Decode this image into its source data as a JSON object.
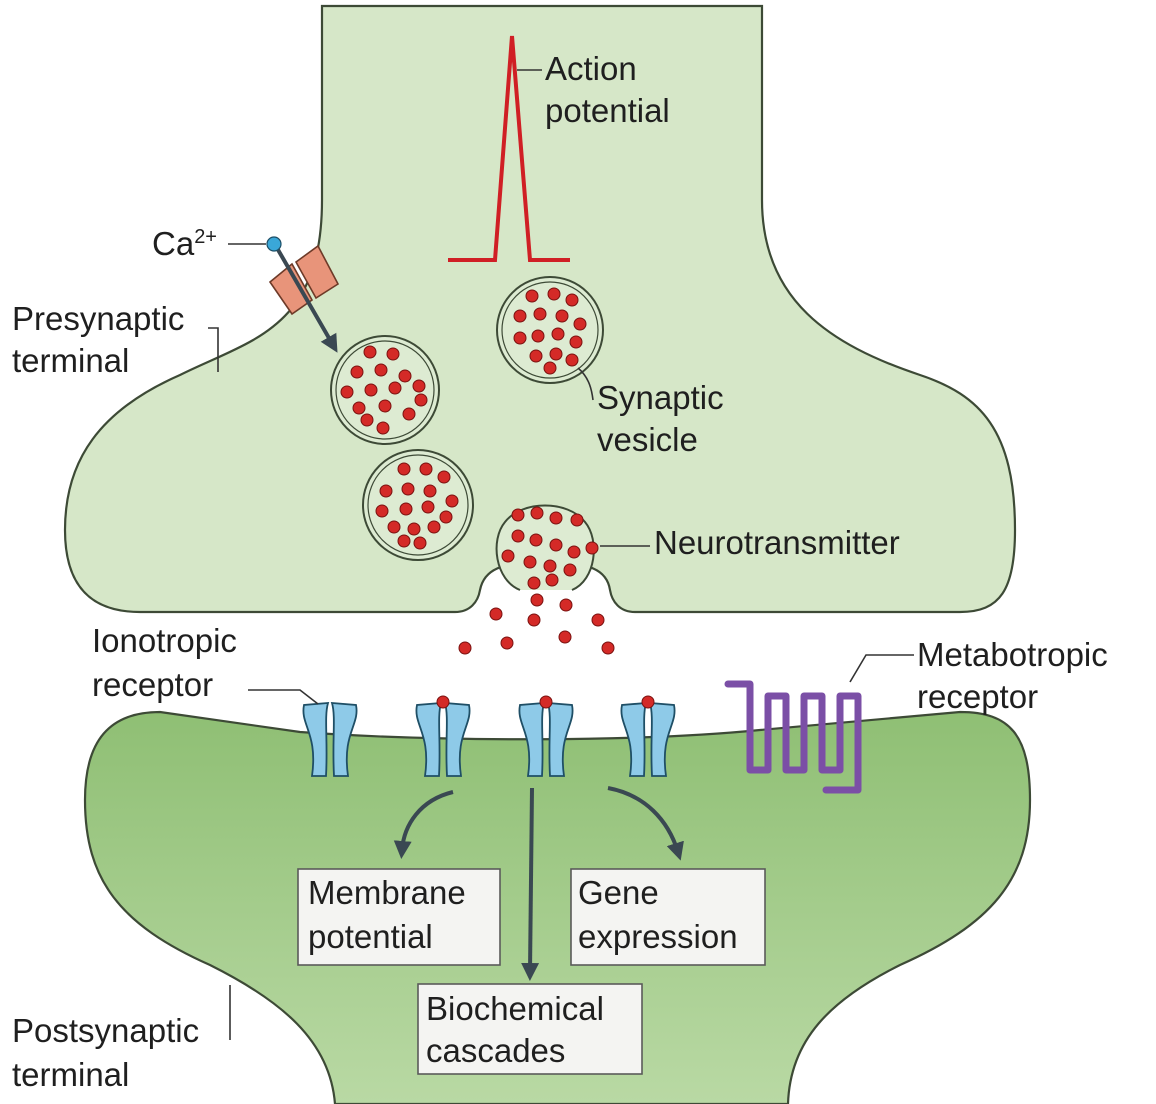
{
  "labels": {
    "action_potential": [
      "Action",
      "potential"
    ],
    "calcium": "Ca",
    "calcium_charge": "2+",
    "presynaptic": [
      "Presynaptic",
      "terminal"
    ],
    "synaptic_vesicle": [
      "Synaptic",
      "vesicle"
    ],
    "neurotransmitter": "Neurotransmitter",
    "ionotropic": [
      "Ionotropic",
      "receptor"
    ],
    "metabotropic": [
      "Metabotropic",
      "receptor"
    ],
    "postsynaptic": [
      "Postsynaptic",
      "terminal"
    ]
  },
  "boxes": {
    "membrane_potential": [
      "Membrane",
      "potential"
    ],
    "gene_expression": [
      "Gene",
      "expression"
    ],
    "biochemical_cascades": [
      "Biochemical",
      "cascades"
    ]
  },
  "colors": {
    "presynaptic_fill": "#d6e7c8",
    "postsynaptic_fill": "#a8cf90",
    "outline": "#3d4a36",
    "action_potential": "#d01f25",
    "neurotransmitter": "#d42a27",
    "ionotropic_receptor": "#8ecae8",
    "metabotropic_receptor": "#7b4fa6",
    "calcium_channel": "#e8947a",
    "calcium_ion": "#3aa7d8",
    "arrow": "#3a4852"
  }
}
